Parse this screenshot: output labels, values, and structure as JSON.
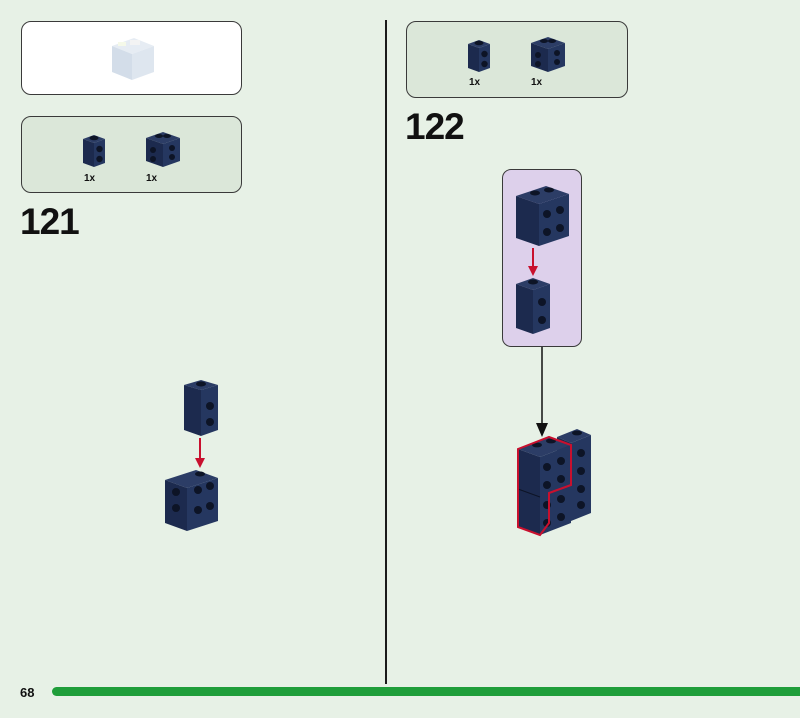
{
  "page": {
    "number": "68",
    "progress_color": "#1f9e3a"
  },
  "colors": {
    "brick": "#1c2a4e",
    "brick_dark": "#111a33",
    "arrow_red": "#c8102e",
    "highlight": "#c8102e",
    "subassembly_bg": "#ddd0eb",
    "parts_bg": "#dbe7d9"
  },
  "steps": [
    {
      "number": "121",
      "parts": [
        {
          "name": "brick-1x1x2-dark-blue",
          "qty": "1x"
        },
        {
          "name": "brick-1x2x2-dark-blue",
          "qty": "1x"
        }
      ]
    },
    {
      "number": "122",
      "parts": [
        {
          "name": "brick-1x1x2-dark-blue",
          "qty": "1x"
        },
        {
          "name": "brick-1x2x2-dark-blue",
          "qty": "1x"
        }
      ]
    }
  ],
  "icons": [
    "model-preview-icon",
    "brick-icon",
    "arrow-icon"
  ]
}
